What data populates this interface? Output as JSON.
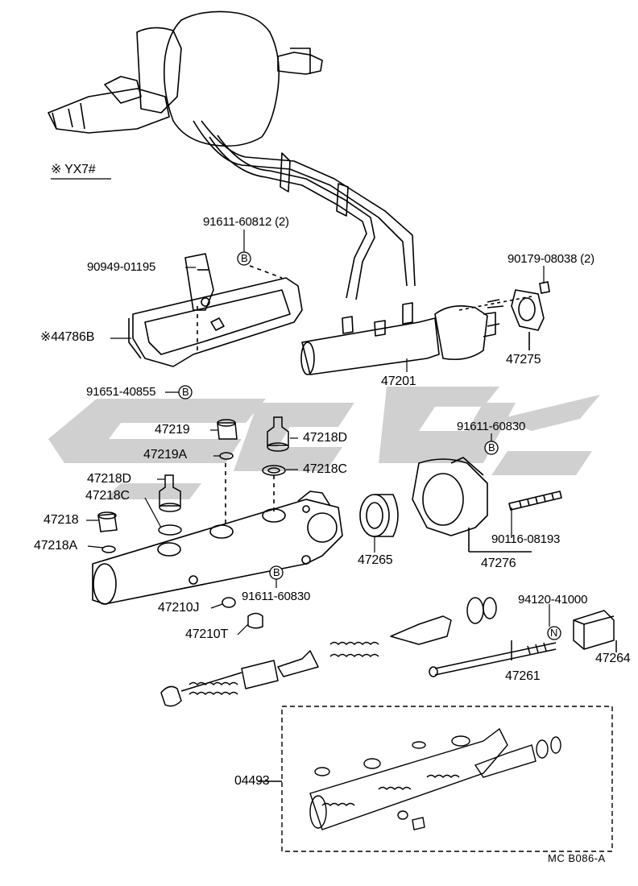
{
  "colors": {
    "ink": "#000000",
    "watermark": "#c8c8c8",
    "background": "#ffffff"
  },
  "note_label": "※ YX7#",
  "labels": {
    "p91611_60812": "91611-60812 (2)",
    "p90949_01195": "90949-01195",
    "p44786b": "※44786B",
    "p91651_40855": "91651-40855",
    "p90179_08038": "90179-08038 (2)",
    "p47275": "47275",
    "p47201": "47201",
    "p47219": "47219",
    "p47219a": "47219A",
    "p47218d_top": "47218D",
    "p47218c_top": "47218C",
    "p91611_60830_right": "91611-60830",
    "p47218d_left": "47218D",
    "p47218c_left": "47218C",
    "p47218": "47218",
    "p47218a": "47218A",
    "p47265": "47265",
    "p90116_08193": "90116-08193",
    "p47276": "47276",
    "p91611_60830_bottom": "91611-60830",
    "p47210j": "47210J",
    "p47210t": "47210T",
    "p94120_41000": "94120-41000",
    "p47261": "47261",
    "p47264": "47264",
    "p04493": "04493"
  },
  "markers": {
    "b": "B",
    "n": "N"
  },
  "diagram_code": "MC  B086-A"
}
